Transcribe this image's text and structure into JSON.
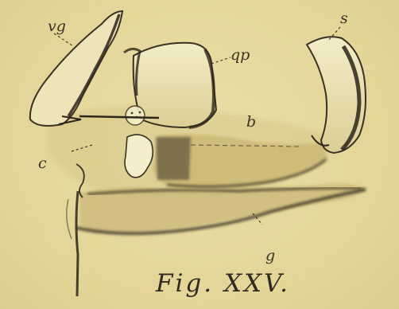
{
  "figure": {
    "caption": "Fig. XXV.",
    "labels": {
      "vg": "vg",
      "qp": "qp",
      "s": "s",
      "b": "b",
      "c": "c",
      "g": "g"
    }
  }
}
